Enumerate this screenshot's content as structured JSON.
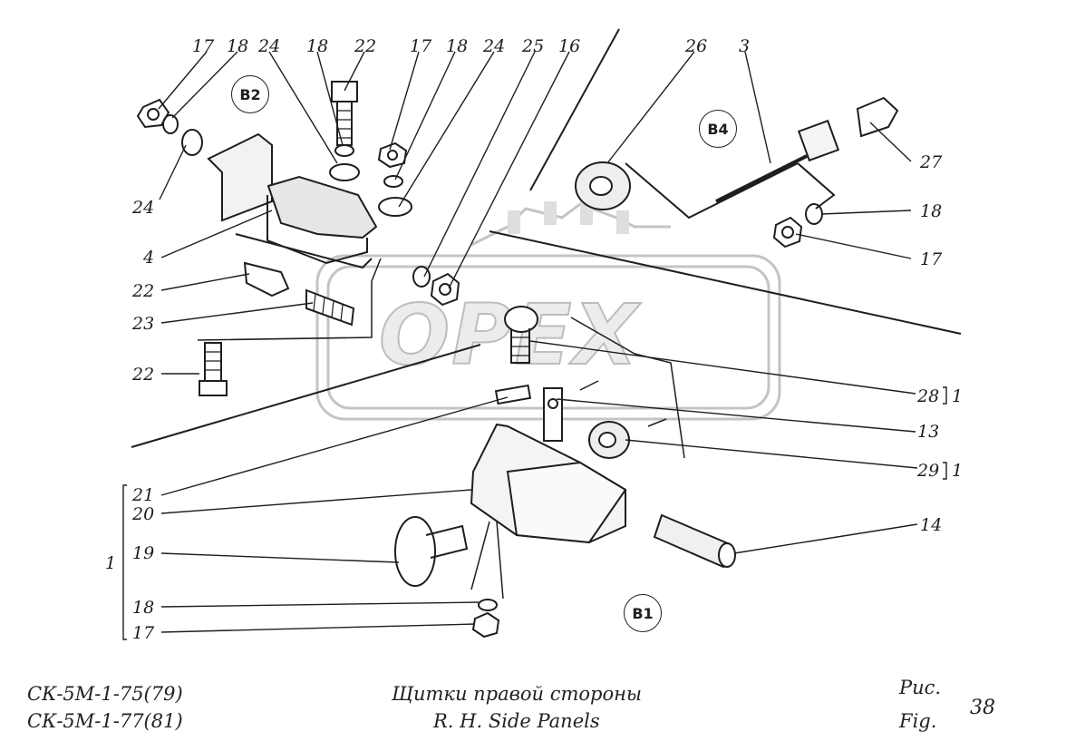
{
  "watermark": "OPEX",
  "zones": {
    "b2": "B2",
    "b4": "B4",
    "b1": "B1"
  },
  "callouts": {
    "top_left": [
      "17",
      "18",
      "24",
      "18",
      "22"
    ],
    "top_middle": [
      "17",
      "18",
      "24",
      "25",
      "16"
    ],
    "top_right": [
      "26",
      "3"
    ],
    "right_side": [
      "27",
      "18",
      "17",
      "28",
      "13",
      "29",
      "14"
    ],
    "left_side": [
      "24",
      "4",
      "22",
      "23",
      "22"
    ],
    "bottom_left": [
      "21",
      "20",
      "19",
      "18",
      "17"
    ],
    "group_one": "1",
    "bracket_one_a": "1",
    "bracket_one_b": "1"
  },
  "footer": {
    "model_line_1": "СК-5М-1-75(79)",
    "model_line_2": "СК-5М-1-77(81)",
    "title_ru": "Щитки правой стороны",
    "title_en": "R. H. Side Panels",
    "fig_label_ru": "Рис.",
    "fig_label_en": "Fig.",
    "fig_number": "38"
  },
  "colors": {
    "ink": "#1e1e1e",
    "watermark_fill": "#ececec",
    "watermark_stroke": "#bdbdbd"
  }
}
